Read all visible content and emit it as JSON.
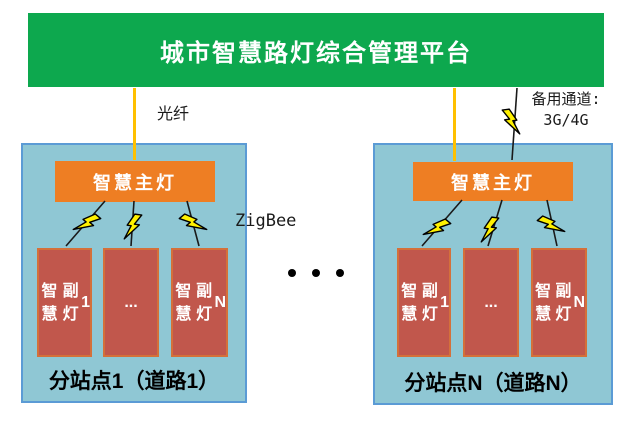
{
  "platform": {
    "title": "城市智慧路灯综合管理平台"
  },
  "links": {
    "fiber_label": "光纤",
    "backup_label_line1": "备用通道:",
    "backup_label_line2": "3G/4G",
    "zigbee_label": "ZigBee"
  },
  "stations": [
    {
      "caption": "分站点1（道路1）",
      "main_light": "智慧主灯",
      "sub_lights": [
        {
          "lines": [
            "智慧",
            "副灯",
            "1"
          ]
        },
        {
          "lines": [
            "..."
          ]
        },
        {
          "lines": [
            "智慧",
            "副灯",
            "N"
          ]
        }
      ]
    },
    {
      "caption": "分站点N（道路N）",
      "main_light": "智慧主灯",
      "sub_lights": [
        {
          "lines": [
            "智慧",
            "副灯",
            "1"
          ]
        },
        {
          "lines": [
            "..."
          ]
        },
        {
          "lines": [
            "智慧",
            "副灯",
            "N"
          ]
        }
      ]
    }
  ],
  "colors": {
    "banner_green": "#0DA84E",
    "banner_text": "#FFFFFF",
    "station_fill": "#8FC7D4",
    "station_border": "#5B9BD5",
    "main_light_orange": "#EE7E23",
    "sub_light_red": "#C1574C",
    "sub_light_border": "#D4703A",
    "fiber_line_yellow": "#FFC000",
    "bolt_yellow": "#FFF100",
    "line_black": "#1A1A1A"
  }
}
